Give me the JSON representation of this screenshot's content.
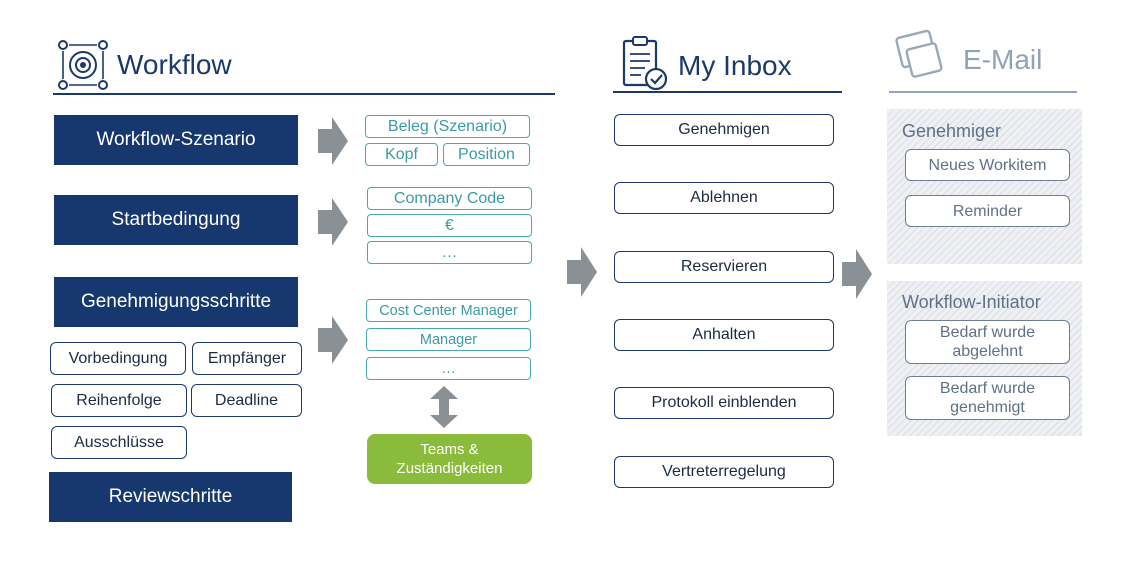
{
  "workflow": {
    "title": "Workflow",
    "scenario_label": "Workflow-Szenario",
    "start_label": "Startbedingung",
    "approval_steps_label": "Genehmigungsschritte",
    "step_options": [
      "Vorbedingung",
      "Empfänger",
      "Reihenfolge",
      "Deadline",
      "Ausschlüsse"
    ],
    "review_label": "Reviewschritte"
  },
  "scenario_detail": {
    "beleg": "Beleg (Szenario)",
    "kopf": "Kopf",
    "position": "Position"
  },
  "start_detail": [
    "Company Code",
    "€",
    "…"
  ],
  "approval_detail": [
    "Cost Center Manager",
    "Manager",
    "…"
  ],
  "teams_label": "Teams &\nZuständigkeiten",
  "inbox": {
    "title": "My Inbox",
    "actions": [
      "Genehmigen",
      "Ablehnen",
      "Reservieren",
      "Anhalten",
      "Protokoll einblenden",
      "Vertreterregelung"
    ]
  },
  "email": {
    "title": "E-Mail",
    "approver_label": "Genehmiger",
    "approver_items": [
      "Neues Workitem",
      "Reminder"
    ],
    "initiator_label": "Workflow-Initiator",
    "initiator_items": [
      "Bedarf wurde abgelehnt",
      "Bedarf wurde genehmigt"
    ]
  },
  "colors": {
    "navy": "#17386e",
    "teal": "#4aa8b4",
    "green": "#8bbb3b",
    "arrow": "#8a9196"
  }
}
